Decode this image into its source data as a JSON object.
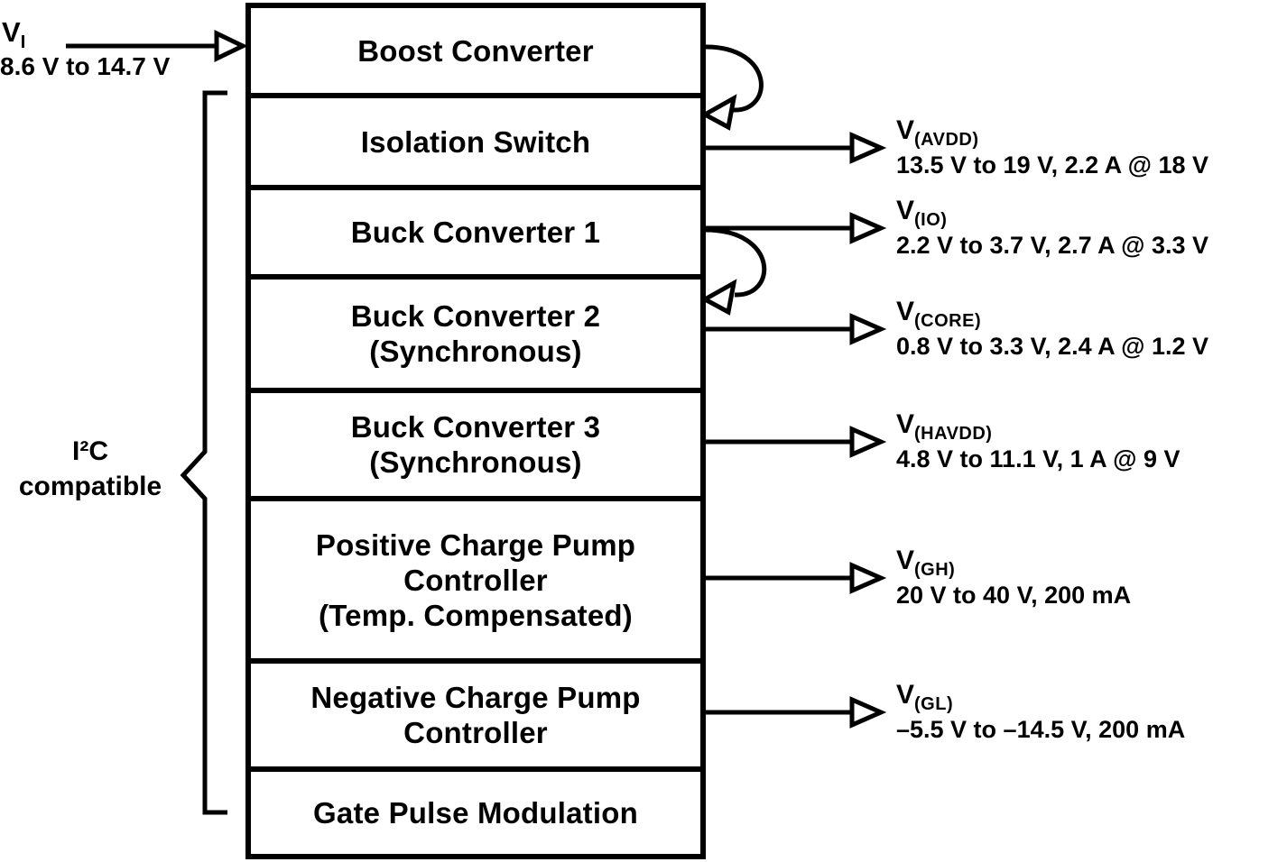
{
  "diagram": {
    "colors": {
      "foreground": "#000000",
      "background": "#ffffff"
    },
    "input": {
      "symbol": "V",
      "subscript": "I",
      "range": "8.6 V to 14.7 V"
    },
    "blocks": [
      {
        "label": "Boost Converter"
      },
      {
        "label": "Isolation Switch"
      },
      {
        "label": "Buck Converter 1"
      },
      {
        "label": "Buck Converter 2\n(Synchronous)"
      },
      {
        "label": "Buck Converter 3\n(Synchronous)"
      },
      {
        "label": "Positive Charge Pump\nController\n(Temp. Compensated)"
      },
      {
        "label": "Negative Charge Pump\nController"
      },
      {
        "label": "Gate Pulse Modulation"
      }
    ],
    "outputs": [
      {
        "symbol": "V",
        "subscript": "(AVDD)",
        "spec": "13.5 V to 19 V, 2.2 A @ 18 V",
        "source": "Isolation Switch"
      },
      {
        "symbol": "V",
        "subscript": "(IO)",
        "spec": "2.2 V to 3.7 V, 2.7 A @ 3.3 V",
        "source": "Buck Converter 1"
      },
      {
        "symbol": "V",
        "subscript": "(CORE)",
        "spec": "0.8 V to 3.3 V, 2.4 A @ 1.2 V",
        "source": "Buck Converter 2 (Synchronous)"
      },
      {
        "symbol": "V",
        "subscript": "(HAVDD)",
        "spec": "4.8 V to 11.1 V, 1 A @ 9 V",
        "source": "Buck Converter 3 (Synchronous)"
      },
      {
        "symbol": "V",
        "subscript": "(GH)",
        "spec": "20 V to 40 V, 200 mA",
        "source": "Positive Charge Pump Controller"
      },
      {
        "symbol": "V",
        "subscript": "(GL)",
        "spec": "–5.5 V to –14.5 V, 200 mA",
        "source": "Negative Charge Pump Controller"
      }
    ],
    "i2c_label": "I²C\ncompatible",
    "feedback_loops": [
      {
        "from": "Boost Converter",
        "to": "Isolation Switch"
      },
      {
        "from": "Buck Converter 1",
        "to": "Buck Converter 2 (Synchronous)"
      }
    ]
  }
}
